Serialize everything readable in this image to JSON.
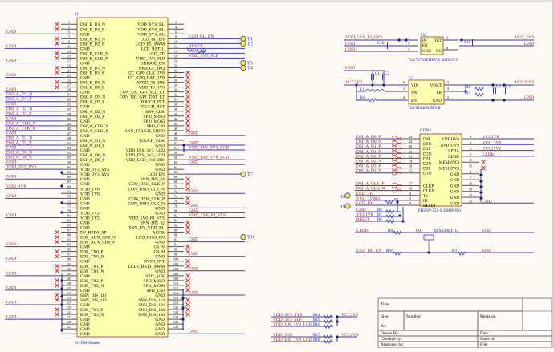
{
  "colors": {
    "background": "#fdfaf5",
    "wire": "#3b3bb0",
    "net_label": "#8b1a1a",
    "component_body": "#ffffb0",
    "component_border": "#a0342a",
    "pin_text": "#000000",
    "designator": "#1a1a8b",
    "nc_mark": "#e02020",
    "test_point": "#f5e84a",
    "junction": "#1a1a8b"
  },
  "j1": {
    "designator": "J1",
    "part_name": "2C-DSI-Header",
    "left_pins": [
      {
        "num": "1",
        "name": "DSI_B_D3_N",
        "net": "",
        "nc": true
      },
      {
        "num": "3",
        "name": "DSI_B_D3_P",
        "net": "",
        "nc": true
      },
      {
        "num": "5",
        "name": "GND",
        "net": "GND",
        "nc": false
      },
      {
        "num": "7",
        "name": "DSI_B_D2_N",
        "net": "",
        "nc": true
      },
      {
        "num": "9",
        "name": "DSI_B_D2_P",
        "net": "",
        "nc": true
      },
      {
        "num": "11",
        "name": "GND",
        "net": "GND",
        "nc": false
      },
      {
        "num": "13",
        "name": "DSI_B_CLK_N",
        "net": "",
        "nc": true
      },
      {
        "num": "15",
        "name": "DSI_B_CLK_P",
        "net": "",
        "nc": true
      },
      {
        "num": "17",
        "name": "GND",
        "net": "GND",
        "nc": false
      },
      {
        "num": "19",
        "name": "DSI_B_D1_N",
        "net": "",
        "nc": true
      },
      {
        "num": "21",
        "name": "DSI_B_D1_P",
        "net": "",
        "nc": true
      },
      {
        "num": "23",
        "name": "GND",
        "net": "GND",
        "nc": false
      },
      {
        "num": "25",
        "name": "DSI_B_D0_N",
        "net": "",
        "nc": true
      },
      {
        "num": "27",
        "name": "DSI_B_D0_P",
        "net": "",
        "nc": true
      },
      {
        "num": "29",
        "name": "GND",
        "net": "GND",
        "nc": false
      },
      {
        "num": "31",
        "name": "DSI_A_D3_N",
        "net": "DSI_A_D3_N",
        "nc": false
      },
      {
        "num": "33",
        "name": "DSI_A_D3_P",
        "net": "DSI_A_D3_P",
        "nc": false
      },
      {
        "num": "35",
        "name": "GND",
        "net": "GND",
        "nc": false
      },
      {
        "num": "37",
        "name": "DSI_A_D2_N",
        "net": "DSI_A_D2_N",
        "nc": false
      },
      {
        "num": "39",
        "name": "DSI_A_D2_P",
        "net": "DSI_A_D2_P",
        "nc": false
      },
      {
        "num": "41",
        "name": "GND",
        "net": "GND",
        "nc": false
      },
      {
        "num": "43",
        "name": "DSI_A_CLK_N",
        "net": "DSI_A_CLK_N",
        "nc": false
      },
      {
        "num": "45",
        "name": "DSI_A_CLK_P",
        "net": "DSI_A_CLK_P",
        "nc": false
      },
      {
        "num": "47",
        "name": "GND",
        "net": "GND",
        "nc": false
      },
      {
        "num": "49",
        "name": "DSI_A_D1_N",
        "net": "DSI_A_D1_N",
        "nc": false
      },
      {
        "num": "51",
        "name": "DSI_A_D1_P",
        "net": "DSI_A_D1_P",
        "nc": false
      },
      {
        "num": "53",
        "name": "GND",
        "net": "GND",
        "nc": false
      },
      {
        "num": "55",
        "name": "DSI_A_D0_N",
        "net": "DSI_A_D0_N",
        "nc": false
      },
      {
        "num": "57",
        "name": "DSI_A_D0_P",
        "net": "DSI_A_D0_P",
        "nc": false
      },
      {
        "num": "59",
        "name": "GND",
        "net": "GND",
        "nc": false
      },
      {
        "num": "61",
        "name": "VDD_3V3_SYS",
        "net": "VDD_3V3_SYS",
        "nc": false
      },
      {
        "num": "63",
        "name": "VDD_3V3_SYS",
        "net": "",
        "nc": false
      },
      {
        "num": "65",
        "name": "GND",
        "net": "GND",
        "nc": false
      },
      {
        "num": "67",
        "name": "GND",
        "net": "",
        "nc": false
      },
      {
        "num": "69",
        "name": "VDD_1V8",
        "net": "VDD_1V8",
        "nc": false
      },
      {
        "num": "71",
        "name": "VDD_1V8",
        "net": "",
        "nc": false
      },
      {
        "num": "73",
        "name": "GND",
        "net": "GND",
        "nc": false
      },
      {
        "num": "75",
        "name": "GND",
        "net": "",
        "nc": false
      },
      {
        "num": "77",
        "name": "GND",
        "net": "",
        "nc": false
      },
      {
        "num": "79",
        "name": "VDD_1V2",
        "net": "",
        "nc": false
      },
      {
        "num": "81",
        "name": "VDD_1V2",
        "net": "GND",
        "nc": false
      },
      {
        "num": "83",
        "name": "GND",
        "net": "",
        "nc": false
      },
      {
        "num": "85",
        "name": "GND",
        "net": "",
        "nc": false
      },
      {
        "num": "87",
        "name": "DP_HPD0_AP",
        "net": "",
        "nc": true
      },
      {
        "num": "89",
        "name": "EDP_AUX_CH0_N",
        "net": "",
        "nc": true
      },
      {
        "num": "91",
        "name": "EDP_AUX_CH0_P",
        "net": "",
        "nc": true
      },
      {
        "num": "93",
        "name": "GND",
        "net": "GND",
        "nc": false
      },
      {
        "num": "95",
        "name": "EDP_TX0_P",
        "net": "",
        "nc": true
      },
      {
        "num": "97",
        "name": "EDP_TX0_N",
        "net": "",
        "nc": true
      },
      {
        "num": "99",
        "name": "GND",
        "net": "GND",
        "nc": false
      },
      {
        "num": "101",
        "name": "EDP_TX1_P",
        "net": "",
        "nc": true
      },
      {
        "num": "103",
        "name": "EDP_TX1_N",
        "net": "",
        "nc": true
      },
      {
        "num": "105",
        "name": "GND",
        "net": "GND",
        "nc": false
      },
      {
        "num": "107",
        "name": "EDP_TX2_P",
        "net": "",
        "nc": true
      },
      {
        "num": "109",
        "name": "EDP_TX2_N",
        "net": "",
        "nc": true
      },
      {
        "num": "111",
        "name": "GND",
        "net": "GND",
        "nc": false
      },
      {
        "num": "113",
        "name": "SNN_DIS_111",
        "net": "",
        "nc": true
      },
      {
        "num": "115",
        "name": "SNN_DIS_113",
        "net": "",
        "nc": true
      },
      {
        "num": "117",
        "name": "GND",
        "net": "GND",
        "nc": false
      },
      {
        "num": "119",
        "name": "EDP_TX3_P",
        "net": "",
        "nc": true
      },
      {
        "num": "121",
        "name": "EDP_TX3_N",
        "net": "",
        "nc": true
      },
      {
        "num": "123",
        "name": "GND",
        "net": "GND",
        "nc": false
      },
      {
        "num": "125",
        "name": "GND",
        "net": "",
        "nc": false
      },
      {
        "num": "127",
        "name": "GND",
        "net": "",
        "nc": false
      },
      {
        "num": "",
        "name": "GND",
        "net": "",
        "nc": false
      }
    ],
    "right_pins": [
      {
        "num": "2",
        "name": "VDD_SYS_BL",
        "net": "",
        "nc": false
      },
      {
        "num": "4",
        "name": "VDD_SYS_BL",
        "net": "",
        "nc": false
      },
      {
        "num": "6",
        "name": "VDD_SYS_BL",
        "net": "",
        "nc": false
      },
      {
        "num": "8",
        "name": "LCD_BL_EN",
        "net": "LCD_BL_EN",
        "tp": "T1",
        "nc": false
      },
      {
        "num": "10",
        "name": "LCD_BL_PWM",
        "net": "",
        "tp": "T2",
        "nc": false
      },
      {
        "num": "12",
        "name": "LCD_RST_L",
        "net": "RESET",
        "nc": false
      },
      {
        "num": "14",
        "name": "LCD_TE",
        "net": "LCD_TE",
        "nc": false
      },
      {
        "num": "16",
        "name": "VDD_3V3_SLP",
        "net": "VDD_3V3_SLP",
        "nc": false
      },
      {
        "num": "18",
        "name": "BRIDGE_EN",
        "net": "",
        "tp": "T3",
        "nc": false
      },
      {
        "num": "20",
        "name": "BRIDGE_IRQ",
        "net": "",
        "tp": "T4",
        "nc": false
      },
      {
        "num": "22",
        "name": "I2C_GP0_CLK_1V8",
        "net": "",
        "nc": true
      },
      {
        "num": "24",
        "name": "I2C_GP0_DAT_1V8",
        "net": "",
        "nc": true
      },
      {
        "num": "26",
        "name": "AVDD_TS_DIS",
        "net": "",
        "nc": true
      },
      {
        "num": "28",
        "name": "VDD_TS_1V8",
        "net": "",
        "nc": true
      },
      {
        "num": "30",
        "name": "CON_I2C_GP1_SCL_LT",
        "net": "",
        "nc": true
      },
      {
        "num": "32",
        "name": "CON_I2C_GP1_DAT_LT",
        "net": "",
        "nc": true
      },
      {
        "num": "34",
        "name": "TOUCH_INT",
        "net": "",
        "nc": true
      },
      {
        "num": "36",
        "name": "TOUCH_RST",
        "net": "",
        "nc": true
      },
      {
        "num": "38",
        "name": "SPI0_CLK",
        "net": "",
        "nc": true
      },
      {
        "num": "40",
        "name": "SPI0_MISO",
        "net": "",
        "nc": true
      },
      {
        "num": "42",
        "name": "SPI0_MOSI",
        "net": "",
        "nc": true
      },
      {
        "num": "44",
        "name": "SPI0_CS0",
        "net": "",
        "nc": true
      },
      {
        "num": "46",
        "name": "SNN_TOUCH_SHDN",
        "net": "",
        "nc": true
      },
      {
        "num": "48",
        "name": "GND",
        "net": "GND",
        "nc": false
      },
      {
        "num": "50",
        "name": "TOUCH_CLK",
        "net": "",
        "nc": false
      },
      {
        "num": "52",
        "name": "GND",
        "net": "GND",
        "nc": false
      },
      {
        "num": "54",
        "name": "VDD_DIS_3V3_LCD",
        "net": "VDD_DIS_3V3_LCD",
        "nc": false
      },
      {
        "num": "56",
        "name": "VDD_DIS_3V3_LCD",
        "net": "",
        "nc": false
      },
      {
        "num": "58",
        "name": "VDD_LCD_1V8_DIS",
        "net": "VDD_DIS_1V8_LCD",
        "nc": false
      },
      {
        "num": "60",
        "name": "GND",
        "net": "GND",
        "nc": false
      },
      {
        "num": "62",
        "name": "GND",
        "net": "",
        "nc": false
      },
      {
        "num": "64",
        "name": "LCD_EN",
        "net": "",
        "tp": "T7",
        "nc": false
      },
      {
        "num": "66",
        "name": "SNN_DIS_64",
        "net": "",
        "nc": true
      },
      {
        "num": "68",
        "name": "CON_DSI3_CLK_P",
        "net": "",
        "nc": true
      },
      {
        "num": "70",
        "name": "CON_DSI3_CLK_N",
        "net": "",
        "nc": true
      },
      {
        "num": "72",
        "name": "GND",
        "net": "GND",
        "nc": false
      },
      {
        "num": "74",
        "name": "CON_DSI4_CLK_P",
        "net": "",
        "nc": true
      },
      {
        "num": "76",
        "name": "CON_DSI4_CLK_N",
        "net": "",
        "nc": true
      },
      {
        "num": "78",
        "name": "GND",
        "net": "GND",
        "nc": false
      },
      {
        "num": "80",
        "name": "GND",
        "net": "GND",
        "nc": false
      },
      {
        "num": "82",
        "name": "VDD_5V0_IO_SYS",
        "net": "VDD_5V0_IO_SYS",
        "nc": false
      },
      {
        "num": "84",
        "name": "SNN_DIS_82",
        "net": "",
        "nc": true
      },
      {
        "num": "86",
        "name": "SNN_EN_VDD_BL",
        "net": "",
        "nc": true
      },
      {
        "num": "88",
        "name": "ACOK",
        "net": "",
        "nc": true
      },
      {
        "num": "90",
        "name": "LCD_BIAS_EN",
        "net": "",
        "tp": "T10",
        "nc": false
      },
      {
        "num": "92",
        "name": "GND",
        "net": "GND",
        "nc": false
      },
      {
        "num": "94",
        "name": "GS_V",
        "net": "",
        "nc": true
      },
      {
        "num": "96",
        "name": "GS_H",
        "net": "",
        "nc": true
      },
      {
        "num": "98",
        "name": "GND",
        "net": "GND",
        "nc": false
      },
      {
        "num": "100",
        "name": "NVSR_INT",
        "net": "",
        "nc": true
      },
      {
        "num": "102",
        "name": "LCD1_BKLT_PWM",
        "net": "",
        "nc": true
      },
      {
        "num": "104",
        "name": "GND",
        "net": "GND",
        "nc": false
      },
      {
        "num": "106",
        "name": "SPI2_SCK",
        "net": "",
        "nc": true
      },
      {
        "num": "108",
        "name": "SPI2_MISO",
        "net": "",
        "nc": true
      },
      {
        "num": "110",
        "name": "SPI2_MOSI",
        "net": "",
        "nc": true
      },
      {
        "num": "112",
        "name": "SPI2_CS0",
        "net": "",
        "nc": true
      },
      {
        "num": "114",
        "name": "GND",
        "net": "GND",
        "nc": false
      },
      {
        "num": "116",
        "name": "SNN_DIS_114",
        "net": "",
        "nc": true
      },
      {
        "num": "118",
        "name": "SNN_DIS_116",
        "net": "",
        "nc": true
      },
      {
        "num": "120",
        "name": "SNN_DIS_118",
        "net": "",
        "nc": true
      },
      {
        "num": "122",
        "name": "SNN_DIS_120",
        "net": "",
        "nc": true
      },
      {
        "num": "124",
        "name": "GND",
        "net": "",
        "nc": false
      },
      {
        "num": "126",
        "name": "GND",
        "net": "",
        "nc": false
      },
      {
        "num": "128",
        "name": "GND",
        "net": "",
        "nc": false
      },
      {
        "num": "",
        "name": "GND",
        "net": "GND",
        "nc": false
      }
    ]
  },
  "test_points": [
    "T1",
    "T2",
    "T3",
    "T4",
    "T7",
    "T10"
  ],
  "r1": {
    "designator": "R1",
    "net": "LCD_TE"
  },
  "u2": {
    "designator": "U2",
    "part": "TLV75733PDBVR /SOT23-5",
    "pins_left": [
      {
        "num": "1",
        "name": "IN"
      },
      {
        "num": "3",
        "name": "EN"
      },
      {
        "num": "2",
        "name": "GND"
      }
    ],
    "pins_right": [
      {
        "num": "5",
        "name": "OUT"
      },
      {
        "num": "4",
        "name": "NC"
      }
    ],
    "nets_in": [
      "VDD_5V0_IO_SYS",
      "GND",
      "GND"
    ],
    "net_out": "VCC_3V8",
    "net_out_gnd": "GND",
    "c_in": "C10",
    "c_out": "C11"
  },
  "u1": {
    "designator": "U1",
    "part": "TLV61046ADBVR",
    "pins_left": [
      {
        "num": "6",
        "name": "VIN"
      },
      {
        "num": "1",
        "name": "SW"
      },
      {
        "num": "4",
        "name": "EN"
      }
    ],
    "pins_right": [
      {
        "num": "5",
        "name": "VOUT"
      },
      {
        "num": "3",
        "name": "FB"
      },
      {
        "num": "2",
        "name": "GND"
      }
    ],
    "net_gnd": "GND",
    "net_in": "VCC3V3",
    "net_out": "VCC19V2",
    "net_out_gnd": "GND",
    "caps": [
      "C1",
      "C2",
      "C3",
      "C4"
    ],
    "inductor": "L1",
    "resistors": [
      "R4",
      "R2",
      "R3"
    ]
  },
  "con1": {
    "designator": "CON1",
    "part": "FH26W-25S-0.3SHW(60)",
    "left": [
      {
        "net": "DSI_A_D0_P",
        "num": "23",
        "name": "D0P"
      },
      {
        "net": "DSI_A_D0_N",
        "num": "24",
        "name": "D0N"
      },
      {
        "net": "DSI_A_D1_P",
        "num": "20",
        "name": "D1P"
      },
      {
        "net": "DSI_A_D1_N",
        "num": "21",
        "name": "D1N"
      },
      {
        "net": "DSI_A_D2_P",
        "num": "13",
        "name": "D2P"
      },
      {
        "net": "DSI_A_D2_N",
        "num": "14",
        "name": "D2N"
      },
      {
        "net": "DSI_A_D3_P",
        "num": "10",
        "name": "D3P"
      },
      {
        "net": "DSI_A_D3_N",
        "num": "12",
        "name": "D3N"
      },
      {
        "net": "DSI_A_CLK_P",
        "num": "17",
        "name": "CLKP"
      },
      {
        "net": "DSI_A_CLK_N",
        "num": "18",
        "name": "CLKN"
      },
      {
        "net": "LCD_TE",
        "num": "4",
        "name": "TE"
      },
      {
        "net": "VCC_3V8R5",
        "num": "5",
        "name": "ID"
      },
      {
        "net": "LCD_ID",
        "num": "6",
        "name": "RESET"
      }
    ],
    "right": [
      {
        "num": "8",
        "name": "VDDI1V8",
        "net": "VCC1V8"
      },
      {
        "num": "9",
        "name": "AVDD3V8",
        "net": "VCC_3V8"
      },
      {
        "num": "2",
        "name": "LEDA",
        "net": "VCC19V2"
      },
      {
        "num": "1",
        "name": "LEDK",
        "net": "LEDK"
      },
      {
        "num": "11",
        "name": "MESH(NC)",
        "net": ""
      },
      {
        "num": "15",
        "name": "MESH(NC)",
        "net": ""
      },
      {
        "num": "3",
        "name": "GND",
        "net": ""
      },
      {
        "num": "7",
        "name": "GND",
        "net": ""
      },
      {
        "num": "16",
        "name": "GND",
        "net": ""
      },
      {
        "num": "19",
        "name": "GND",
        "net": ""
      },
      {
        "num": "22",
        "name": "GND",
        "net": ""
      },
      {
        "num": "25",
        "name": "GND",
        "net": "GND"
      }
    ],
    "bottom_nets": [
      {
        "net": "GND",
        "r": "R6"
      },
      {
        "net": "VCC1V8",
        "r": "R7"
      },
      {
        "net": "RESET",
        "r": "R8"
      }
    ],
    "tps": [
      "T8",
      "T9"
    ],
    "r5": "R5"
  },
  "q1": {
    "designator": "Q1",
    "part": "BSS138LT1G",
    "net_drain": "LEDK",
    "r_drain": "R9",
    "net_src": "GND",
    "net_gate": "LCD_BL_EN",
    "r_gate": "R10",
    "r_pd": "R11",
    "net_pd": "GND"
  },
  "power_bridges": [
    {
      "nets": [
        "VDD_3V3_SYS",
        "VDD_3V3_SLP",
        "VDD_DIS_3V3_LCD"
      ],
      "resistors": [
        "R14",
        "R15",
        "R16"
      ],
      "out": "VCC3V3"
    },
    {
      "nets": [
        "VDD_1V8",
        "VDD_DIS_1V8_LCD"
      ],
      "resistors": [
        "R17",
        "R18"
      ],
      "out": "VCC1V8"
    }
  ],
  "title_block": {
    "title": "Title",
    "size_label": "Size",
    "size_value": "A4",
    "number_label": "Number",
    "revision_label": "Revision",
    "drawn_by": "Drawn By:",
    "checked_by": "Checked by:",
    "approved_by": "Approved by:",
    "date": "Date:",
    "sheet": "Sheet of:",
    "file": "File:"
  }
}
